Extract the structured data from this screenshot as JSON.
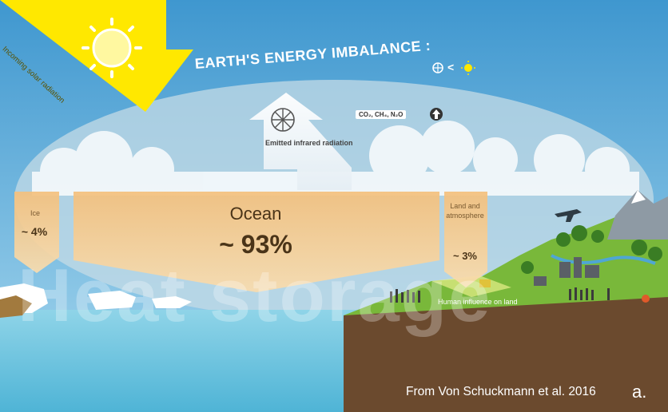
{
  "title": "EARTH'S ENERGY IMBALANCE :",
  "solar_label": "Incoming solar radiation",
  "greenhouse_label": "CO₂, CH₄, N₂O",
  "emitted_label": "Emitted infrared radiation",
  "storage": {
    "ice": {
      "label": "Ice",
      "value": "~ 4%"
    },
    "ocean": {
      "label": "Ocean",
      "value": "~ 93%"
    },
    "land": {
      "label": "Land and atmosphere",
      "value": "~ 3%"
    }
  },
  "human_label": "Human influence on land",
  "watermark": "Heat storage",
  "credit": "From Von Schuckmann et al. 2016",
  "panel_label": "a.",
  "colors": {
    "sky": "#5aa9d6",
    "sun": "#ffe800",
    "storage_box": "#f6cc8c",
    "ocean": "#6fc6de",
    "ground": "#6b4a2e",
    "grass": "#79b83a"
  },
  "icons": [
    "sun-icon",
    "earth-icon",
    "up-arrow-icon",
    "airplane-icon"
  ]
}
